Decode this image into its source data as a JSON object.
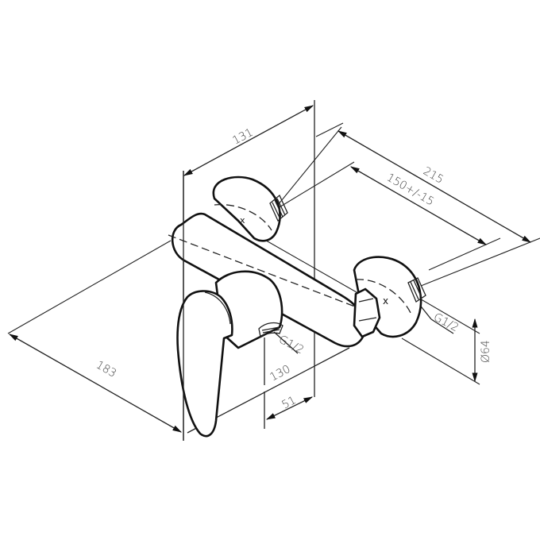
{
  "drawing": {
    "type": "technical dimension drawing",
    "subject": "wall-mounted single-lever shower mixer",
    "line_color": "#111111",
    "background": "#ffffff"
  },
  "dimensions": {
    "d131": "131",
    "d215": "215",
    "d150": "150+/-15",
    "d183": "183",
    "d130": "130",
    "d51": "51",
    "d64": "Ø64",
    "thread_outlet": "G1/2",
    "thread_inlet": "G1/2"
  }
}
